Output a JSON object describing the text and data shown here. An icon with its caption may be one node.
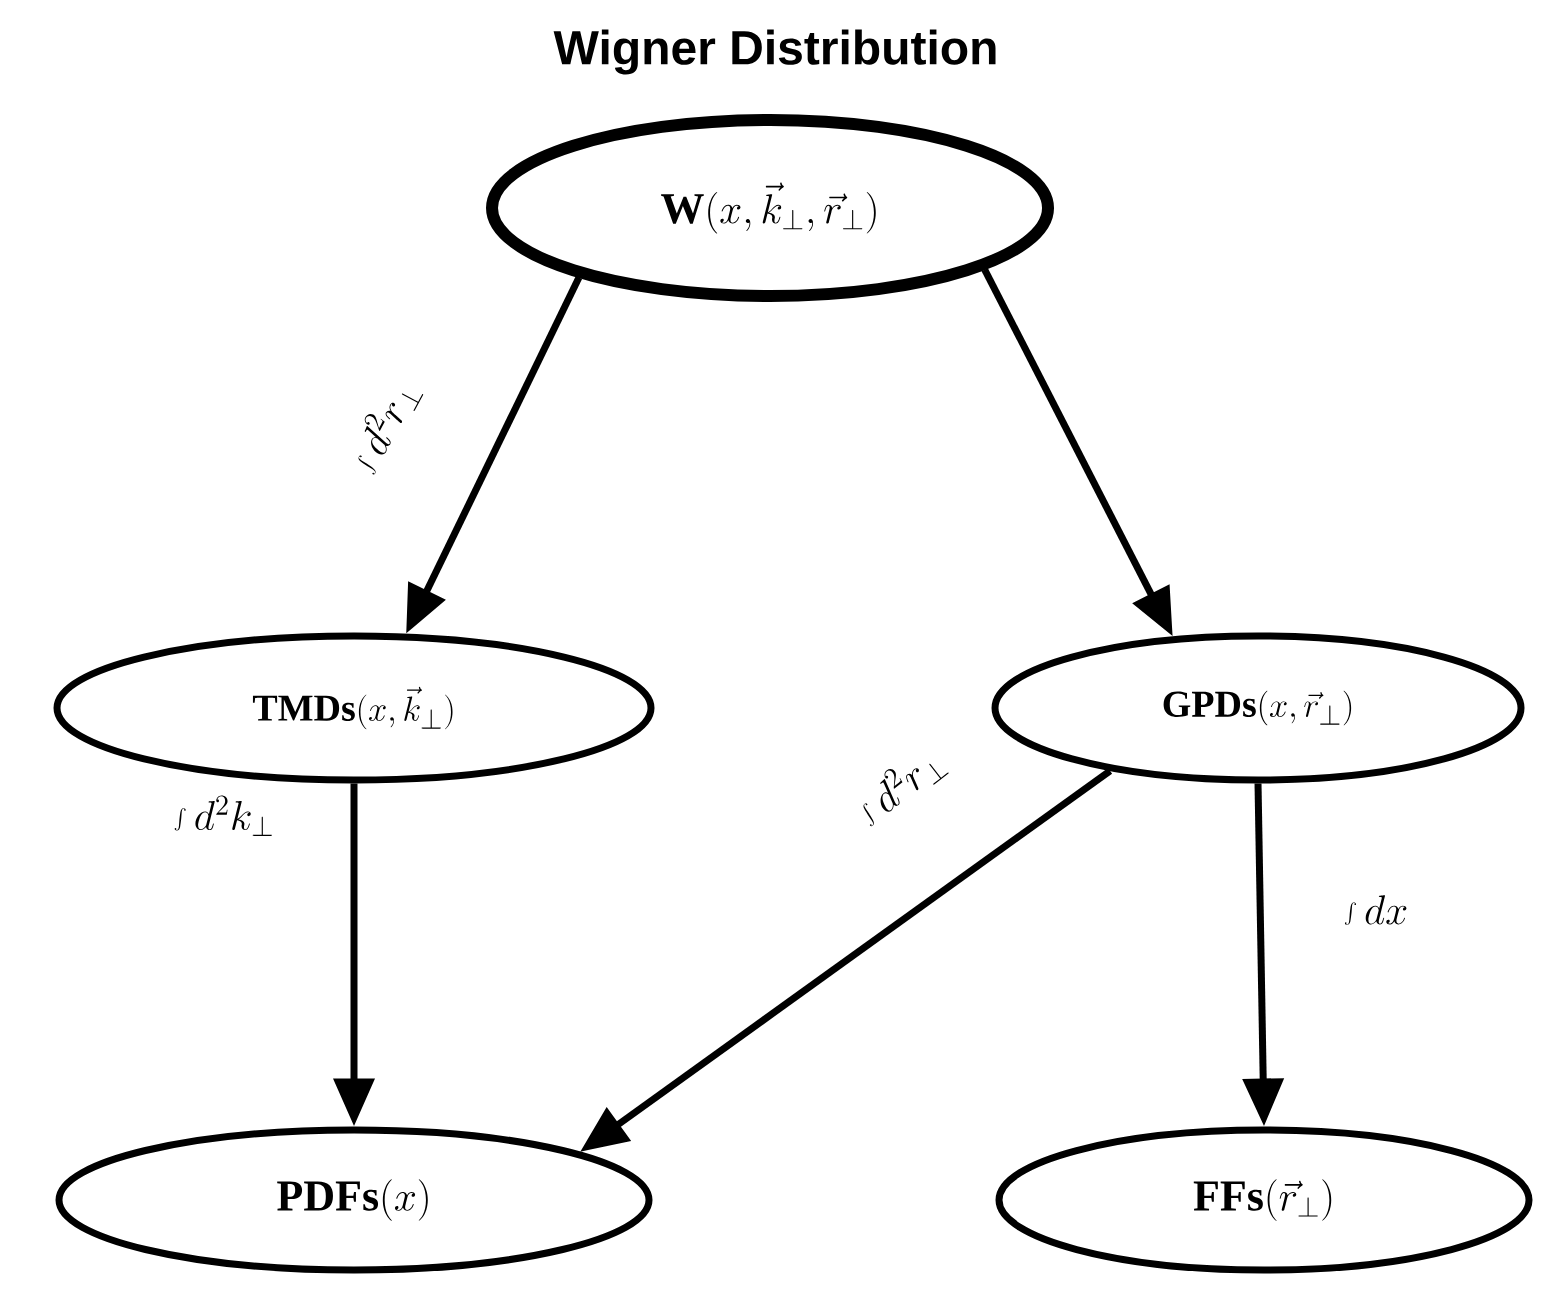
{
  "diagram": {
    "title": "Wigner Distribution",
    "nodes": [
      {
        "text": [
          "\\mathbf{W}(x,\\vec{k}_{\\perp},\\vec{r}_{\\perp})"
        ]
      },
      {
        "text": [
          "\\mathbf{TMDs}(x,\\vec{k}_{\\perp})"
        ]
      },
      {
        "text": [
          "\\mathbf{GPDs}(x,\\vec{r}_{\\perp})"
        ]
      },
      {
        "text": [
          "\\mathbf{PDFs}(x)"
        ]
      },
      {
        "text": [
          "\\mathbf{FFs}(\\vec{r}_{\\perp})"
        ]
      }
    ],
    "edges": [
      {
        "from": 0,
        "to": 1,
        "arrow": "to",
        "label": "\\int d^2 r_{\\perp}"
      },
      {
        "from": 0,
        "to": 2,
        "arrow": "to"
      },
      {
        "from": 1,
        "to": 3,
        "arrow": "to",
        "label": "\\int d^2 k_{\\perp}"
      },
      {
        "from": 2,
        "to": 3,
        "arrow": "to",
        "label": "\\int d^2 r_{\\perp}"
      },
      {
        "from": 2,
        "to": 4,
        "arrow": "to",
        "label": "\\int dx"
      }
    ]
  }
}
